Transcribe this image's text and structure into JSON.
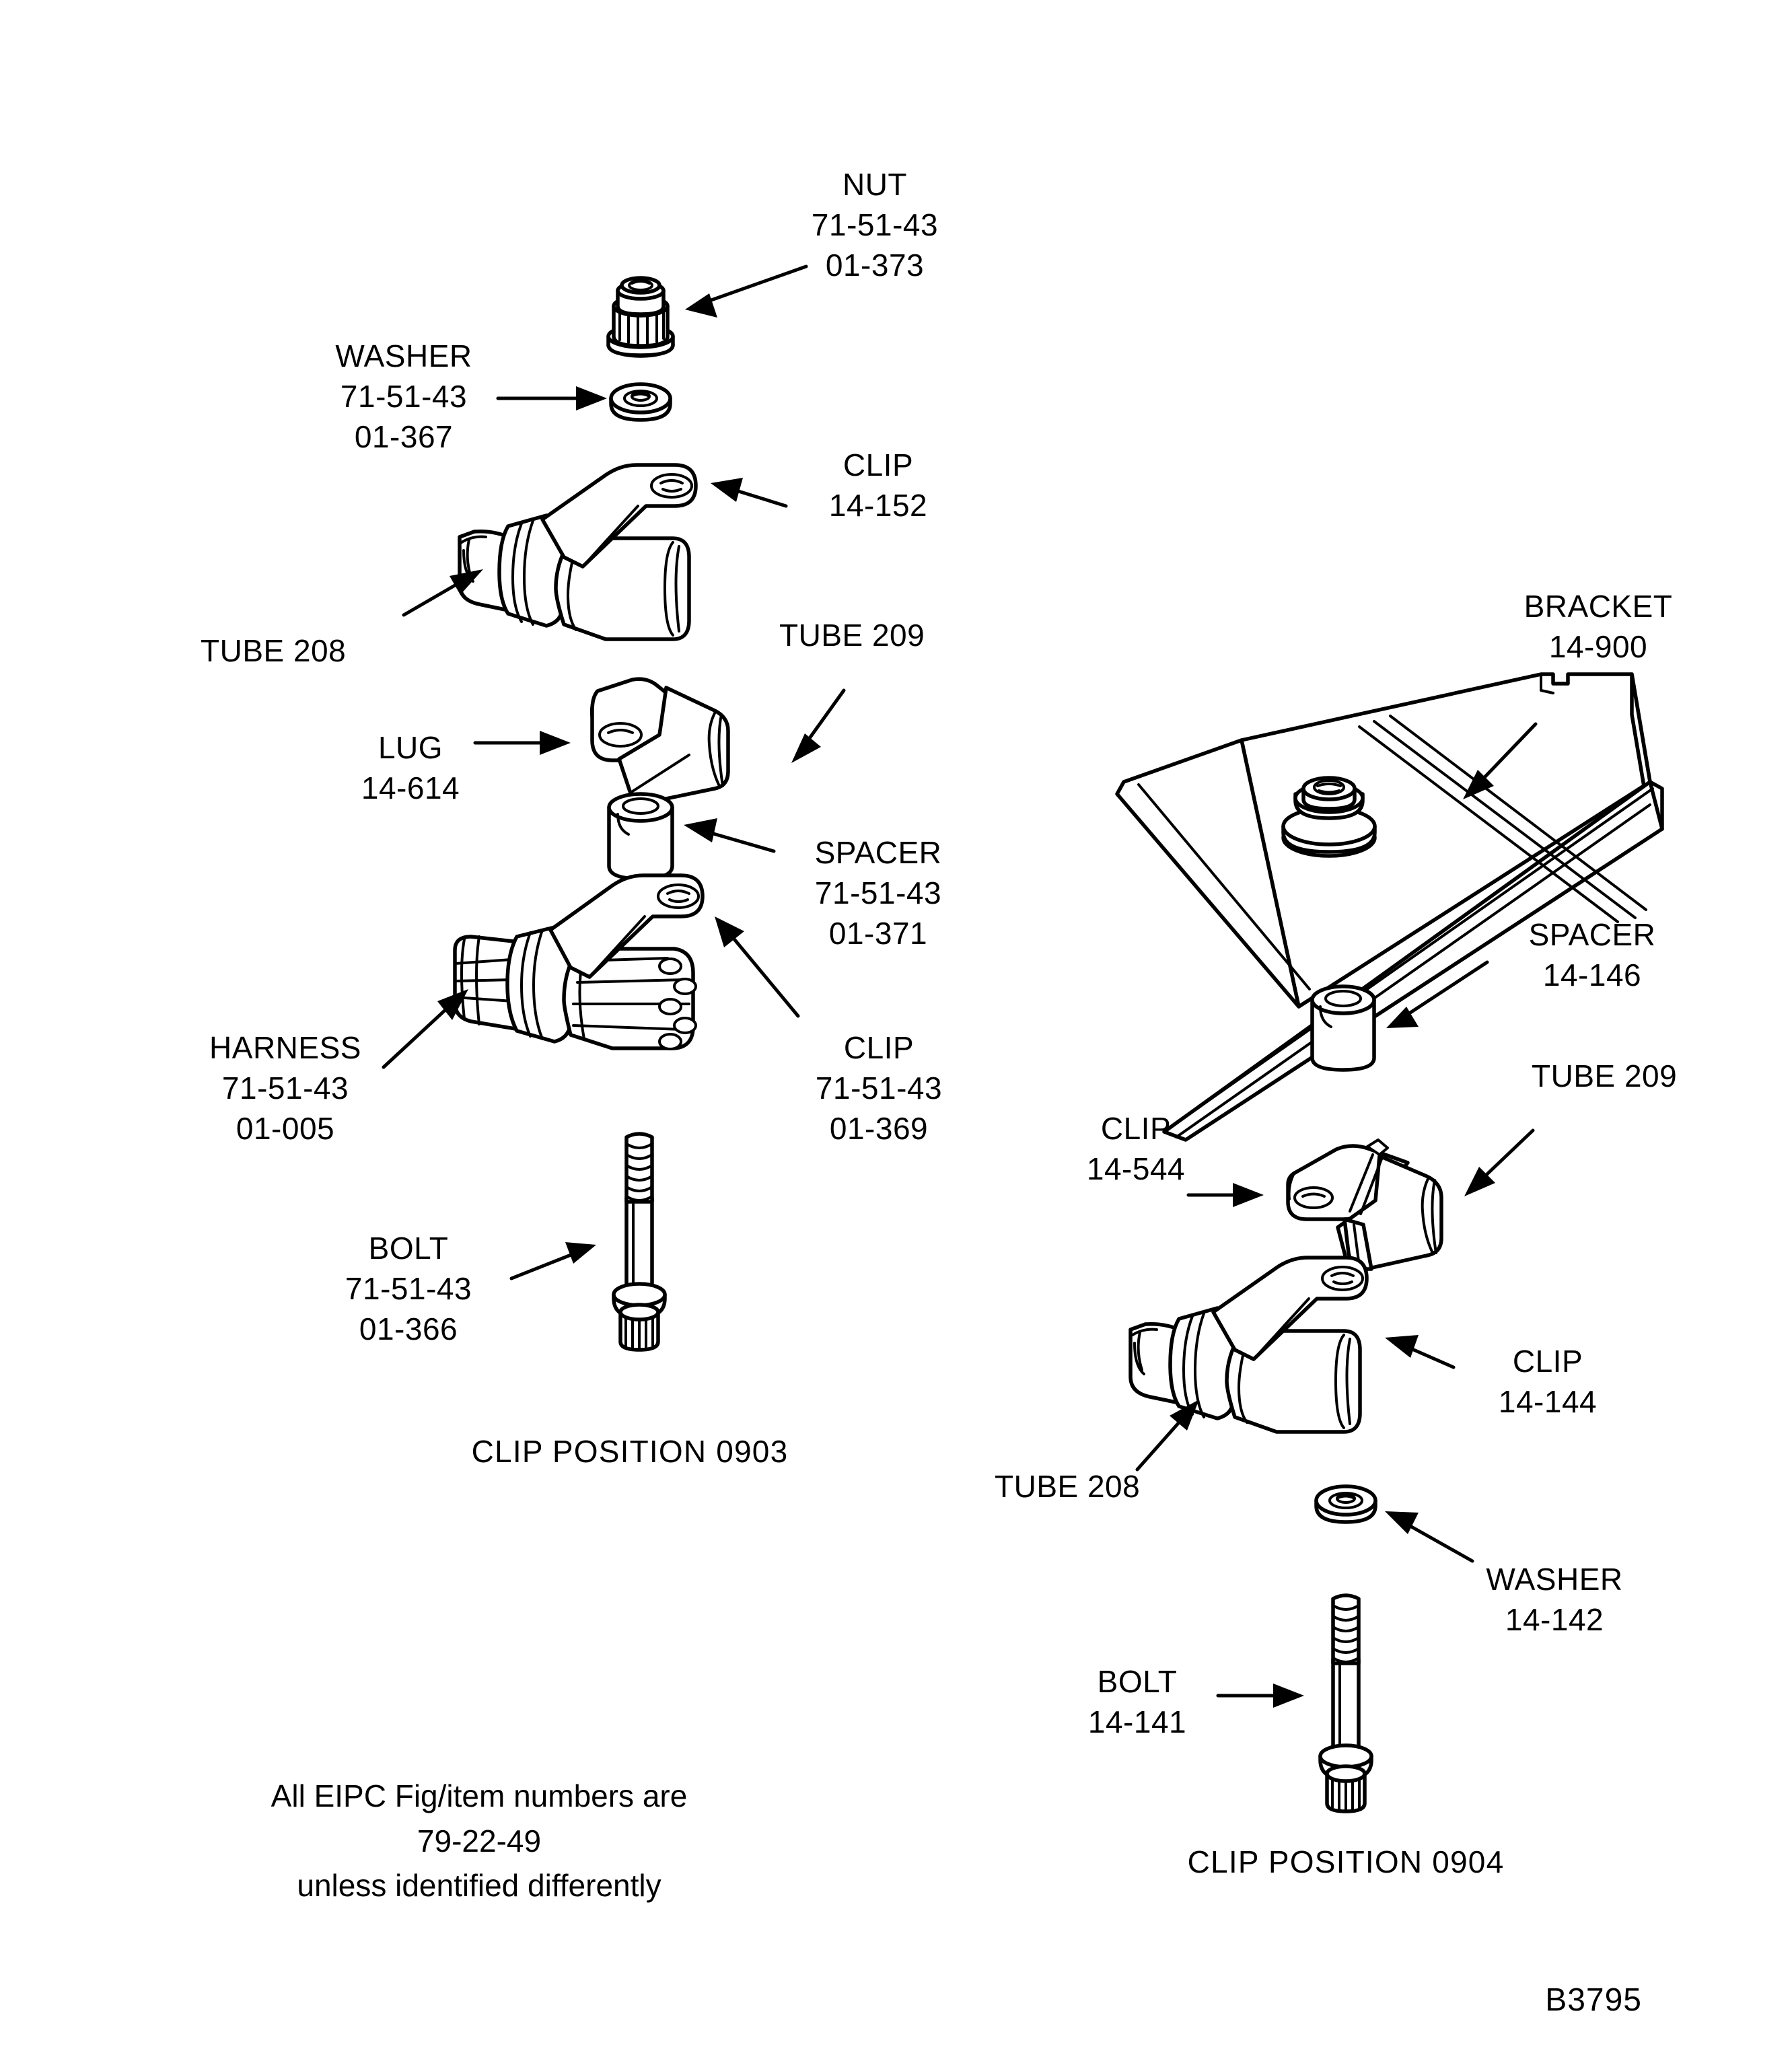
{
  "figure": {
    "id": "B3795",
    "note_lines": [
      "All EIPC Fig/item numbers are",
      "79-22-49",
      "unless identified differently"
    ]
  },
  "positions": [
    {
      "key": "left",
      "title": "CLIP POSITION 0903"
    },
    {
      "key": "right",
      "title": "CLIP POSITION 0904"
    }
  ],
  "callouts": {
    "nut": {
      "name": "NUT",
      "line2": "71-51-43",
      "line3": "01-373"
    },
    "washer_left": {
      "name": "WASHER",
      "line2": "71-51-43",
      "line3": "01-367"
    },
    "clip_14152": {
      "name": "CLIP",
      "line2": "14-152",
      "line3": ""
    },
    "tube208_left": {
      "name": "TUBE 208",
      "line2": "",
      "line3": ""
    },
    "tube209_left": {
      "name": "TUBE 209",
      "line2": "",
      "line3": ""
    },
    "lug": {
      "name": "LUG",
      "line2": "14-614",
      "line3": ""
    },
    "spacer_left": {
      "name": "SPACER",
      "line2": "71-51-43",
      "line3": "01-371"
    },
    "harness": {
      "name": "HARNESS",
      "line2": "71-51-43",
      "line3": "01-005"
    },
    "clip_01369": {
      "name": "CLIP",
      "line2": "71-51-43",
      "line3": "01-369"
    },
    "bolt_left": {
      "name": "BOLT",
      "line2": "71-51-43",
      "line3": "01-366"
    },
    "bracket": {
      "name": "BRACKET",
      "line2": "14-900",
      "line3": ""
    },
    "spacer_right": {
      "name": "SPACER",
      "line2": "14-146",
      "line3": ""
    },
    "clip_14544": {
      "name": "CLIP",
      "line2": "14-544",
      "line3": ""
    },
    "tube209_right": {
      "name": "TUBE 209",
      "line2": "",
      "line3": ""
    },
    "clip_14144": {
      "name": "CLIP",
      "line2": "14-144",
      "line3": ""
    },
    "tube208_right": {
      "name": "TUBE 208",
      "line2": "",
      "line3": ""
    },
    "washer_right": {
      "name": "WASHER",
      "line2": "14-142",
      "line3": ""
    },
    "bolt_right": {
      "name": "BOLT",
      "line2": "14-141",
      "line3": ""
    }
  }
}
